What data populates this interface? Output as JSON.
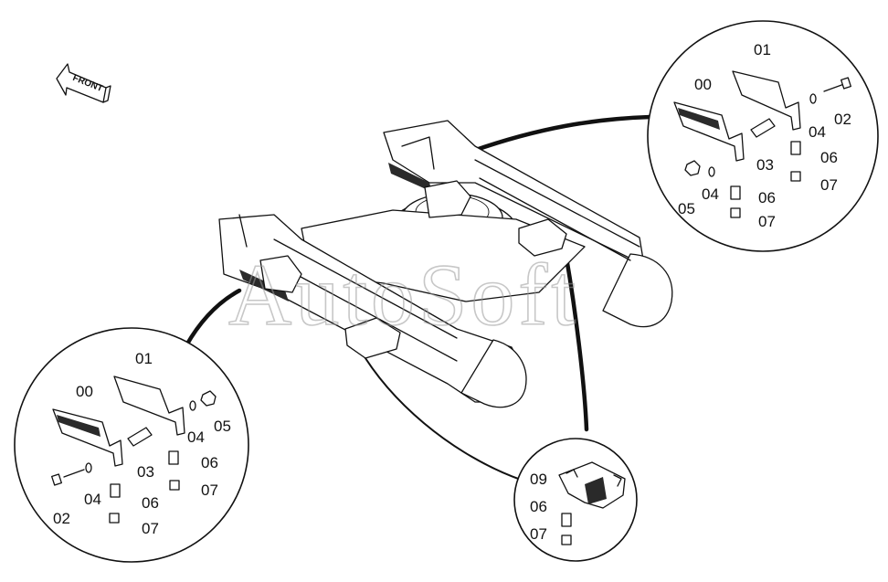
{
  "front_arrow": {
    "text": "FRONT"
  },
  "watermark": {
    "text": "AutoSoft"
  },
  "callouts": {
    "top_right": [
      {
        "id": "tr-01",
        "text": "01"
      },
      {
        "id": "tr-00",
        "text": "00"
      },
      {
        "id": "tr-04a",
        "text": "04"
      },
      {
        "id": "tr-02",
        "text": "02"
      },
      {
        "id": "tr-06a",
        "text": "06"
      },
      {
        "id": "tr-03",
        "text": "03"
      },
      {
        "id": "tr-07a",
        "text": "07"
      },
      {
        "id": "tr-05",
        "text": "05"
      },
      {
        "id": "tr-04b",
        "text": "04"
      },
      {
        "id": "tr-06b",
        "text": "06"
      },
      {
        "id": "tr-07b",
        "text": "07"
      }
    ],
    "bottom_left": [
      {
        "id": "bl-01",
        "text": "01"
      },
      {
        "id": "bl-00",
        "text": "00"
      },
      {
        "id": "bl-05",
        "text": "05"
      },
      {
        "id": "bl-04a",
        "text": "04"
      },
      {
        "id": "bl-06a",
        "text": "06"
      },
      {
        "id": "bl-03",
        "text": "03"
      },
      {
        "id": "bl-07a",
        "text": "07"
      },
      {
        "id": "bl-04b",
        "text": "04"
      },
      {
        "id": "bl-06b",
        "text": "06"
      },
      {
        "id": "bl-02",
        "text": "02"
      },
      {
        "id": "bl-07b",
        "text": "07"
      }
    ],
    "bottom_right": [
      {
        "id": "br-09",
        "text": "09"
      },
      {
        "id": "br-06",
        "text": "06"
      },
      {
        "id": "br-07",
        "text": "07"
      }
    ]
  }
}
